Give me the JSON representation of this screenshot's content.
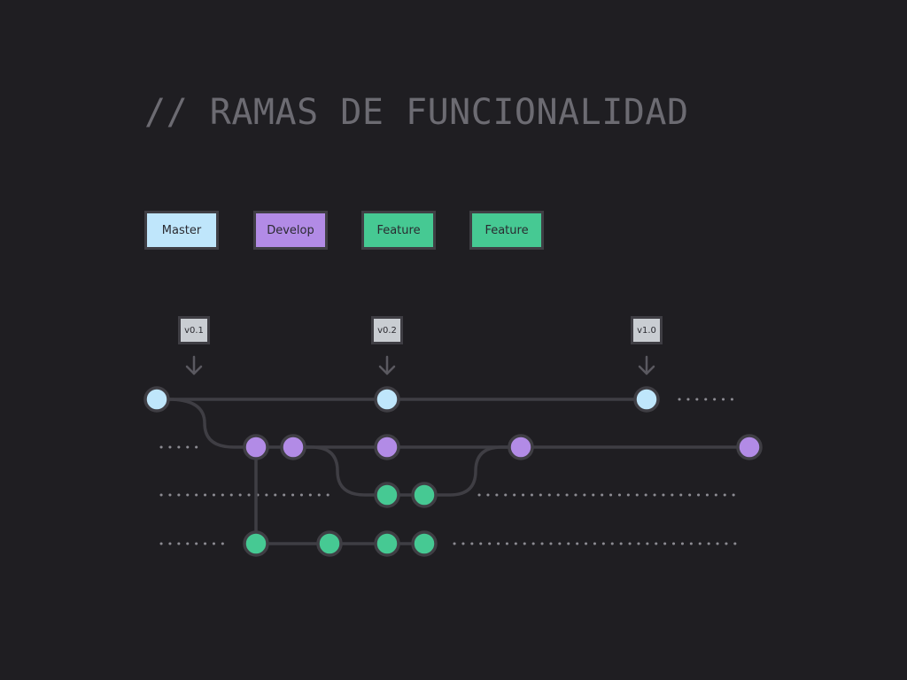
{
  "title": "// RAMAS DE FUNCIONALIDAD",
  "legend": [
    {
      "label": "Master",
      "color": "#bfe6fb"
    },
    {
      "label": "Develop",
      "color": "#b28be6"
    },
    {
      "label": "Feature",
      "color": "#46c993"
    },
    {
      "label": "Feature",
      "color": "#46c993"
    }
  ],
  "tags": [
    "v0.1",
    "v0.2",
    "v1.0"
  ],
  "colors": {
    "background": "#1f1e22",
    "line": "#3f3e44",
    "dots": "#8c8b92",
    "master": "#bfe6fb",
    "develop": "#b28be6",
    "feature": "#46c993"
  }
}
